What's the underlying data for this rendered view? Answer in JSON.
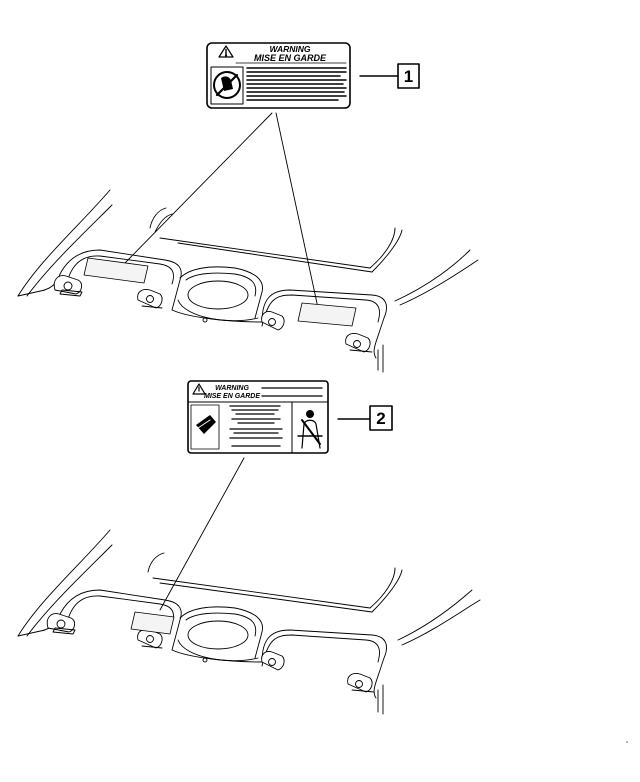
{
  "diagram": {
    "callouts": [
      {
        "number": "1"
      },
      {
        "number": "2"
      }
    ],
    "label_1": {
      "title_line_1": "WARNING",
      "title_line_2": "MISE EN GARDE"
    },
    "label_2": {
      "title_line_1": "WARNING",
      "title_line_2": "MISE EN GARDE"
    }
  },
  "icons": {
    "warning": "warning-triangle-icon",
    "no_child_seat": "no-rear-facing-child-seat-icon",
    "airbag": "airbag-icon",
    "seatbelt": "seatbelt-icon"
  },
  "colors": {
    "line": "#000000",
    "label_fill": "#ffffff",
    "sticker_fill": "#f4f4f4"
  }
}
